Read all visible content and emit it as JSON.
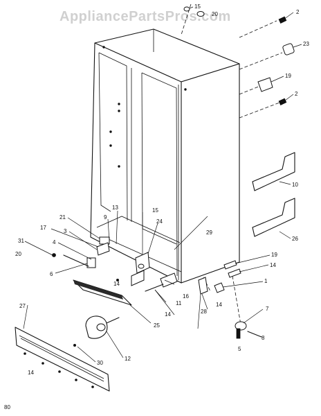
{
  "watermark": "AppliancePartsPros.com",
  "page_number": "80",
  "callouts": {
    "c2a": "2",
    "c2b": "2",
    "c15a": "15",
    "c20a": "20",
    "c23": "23",
    "c19a": "19",
    "c10": "10",
    "c26": "26",
    "c19b": "19",
    "c14a": "14",
    "c1": "1",
    "c14b": "14",
    "c7": "7",
    "c8": "8",
    "c5": "5",
    "c28": "28",
    "c16": "16",
    "c11": "11",
    "c14c": "14",
    "c29": "29",
    "c24": "24",
    "c15b": "15",
    "c13": "13",
    "c9": "9",
    "c21": "21",
    "c17": "17",
    "c3": "3",
    "c4": "4",
    "c31": "31",
    "c20b": "20",
    "c6": "6",
    "c14d": "14",
    "c25": "25",
    "c27": "27",
    "c12": "12",
    "c30": "30",
    "c14e": "14"
  }
}
